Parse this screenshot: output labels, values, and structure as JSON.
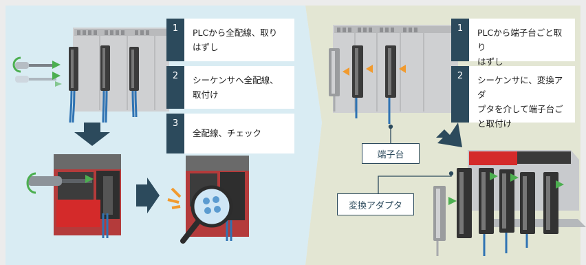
{
  "left_steps": [
    {
      "num": "1",
      "text": "PLCから全配線、取り\nはずし"
    },
    {
      "num": "2",
      "text": "シーケンサへ全配線、\n取付け"
    },
    {
      "num": "3",
      "text": "全配線、チェック"
    }
  ],
  "right_steps": [
    {
      "num": "1",
      "text": "PLCから端子台ごと取り\nはずし"
    },
    {
      "num": "2",
      "text": "シーケンサに、変換アダ\nプタを介して端子台ご\nと取付け"
    }
  ],
  "labels": {
    "terminal_block": "端子台",
    "conversion_adapter": "変換アダプタ"
  },
  "colors": {
    "left_panel": "#d9ecf3",
    "right_panel": "#e3e6d3",
    "accent": "#2c4a5c",
    "wire_blue": "#2f73b3",
    "arrow_green": "#4caf50",
    "orange": "#f19a2e",
    "plc_red": "#d42a2a"
  }
}
